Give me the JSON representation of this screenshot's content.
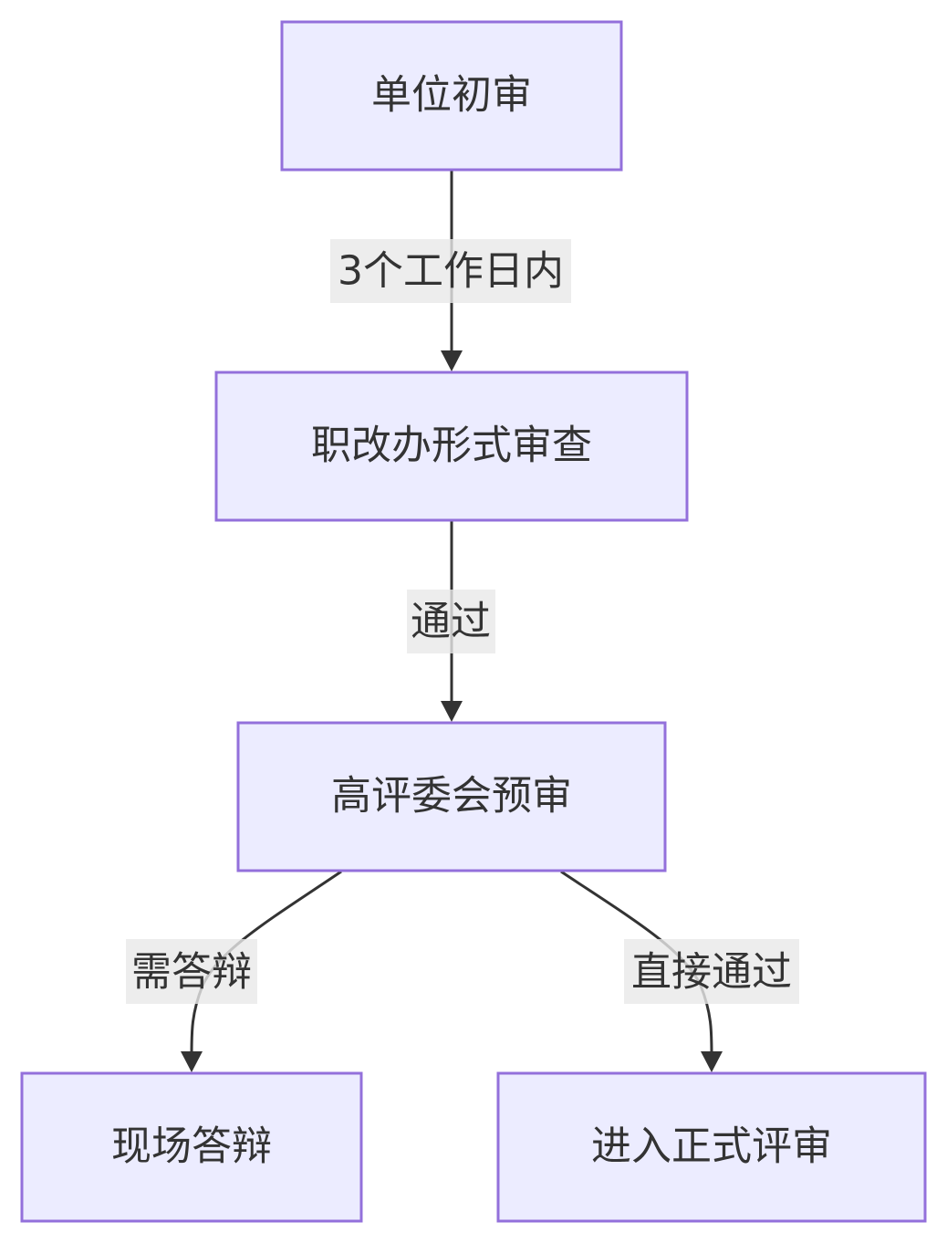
{
  "diagram": {
    "type": "flowchart",
    "colors": {
      "node_fill": "#ECECFF",
      "node_border": "#9370DB",
      "edge": "#333333",
      "label_bg": "#e8e8e8",
      "text": "#333333"
    },
    "nodes": {
      "unit_review": "单位初审",
      "office_review": "职改办形式审查",
      "committee_review": "高评委会预审",
      "onsite_defense": "现场答辩",
      "formal_review": "进入正式评审"
    },
    "edges": {
      "e1_label": "3个工作日内",
      "e2_label": "通过",
      "e3_label": "需答辩",
      "e4_label": "直接通过"
    }
  }
}
